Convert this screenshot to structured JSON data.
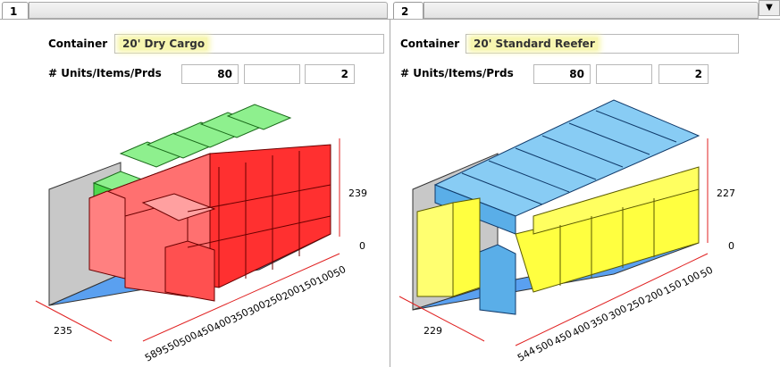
{
  "tabs": [
    {
      "label": "1"
    },
    {
      "label": "2"
    }
  ],
  "dropdown_icon": "chevron-down",
  "panels": [
    {
      "container_label": "Container",
      "container_value": "20' Dry Cargo",
      "units_label": "# Units/Items/Prds",
      "units_value": "80",
      "items_value": "",
      "products_value": "2",
      "axis": {
        "width_label": "235",
        "length_ticks": [
          "50",
          "100",
          "150",
          "200",
          "250",
          "300",
          "350",
          "400",
          "450",
          "500",
          "550",
          "589"
        ],
        "height_label": "239",
        "height_zero": "0"
      },
      "colors": {
        "product_a": "#ff3030",
        "product_a_light": "#ff7070",
        "product_b": "#66ee66",
        "floor": "#5aa0f0"
      }
    },
    {
      "container_label": "Container",
      "container_value": "20' Standard Reefer",
      "units_label": "# Units/Items/Prds",
      "units_value": "80",
      "items_value": "",
      "products_value": "2",
      "axis": {
        "width_label": "229",
        "length_ticks": [
          "50",
          "100",
          "150",
          "200",
          "250",
          "300",
          "350",
          "400",
          "450",
          "500",
          "544"
        ],
        "height_label": "227",
        "height_zero": "0"
      },
      "colors": {
        "product_a": "#ffff40",
        "product_b": "#88ccf4",
        "floor": "#5aa0f0"
      }
    }
  ]
}
